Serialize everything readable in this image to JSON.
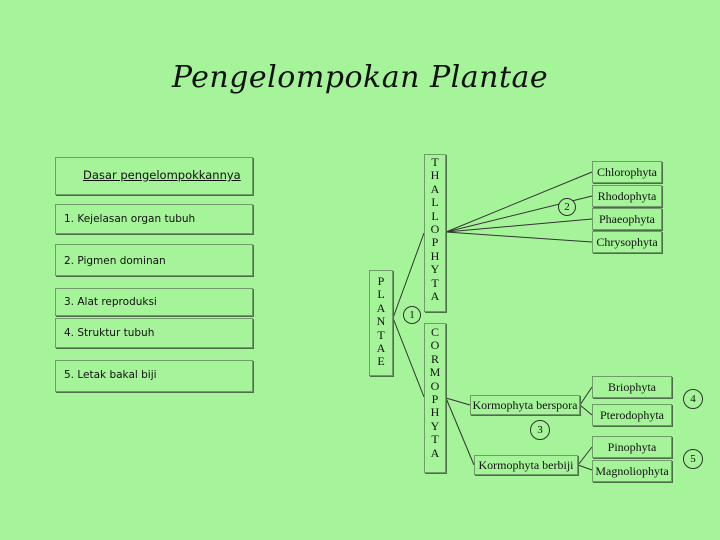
{
  "title": "Pengelompokan Plantae",
  "criteria": {
    "heading": "Dasar pengelompokkannya",
    "items": [
      "1. Kejelasan organ tubuh",
      "2. Pigmen dominan",
      "3. Alat reproduksi",
      "4. Struktur tubuh",
      "5. Letak bakal biji"
    ]
  },
  "plantae": "PLANTAE",
  "thallophyta": "THALLOPHYTA",
  "cormophyta": "CORMOPHYTA",
  "thallophyta_divisions": [
    "Chlorophyta",
    "Rhodophyta",
    "Phaeophyta",
    "Chrysophyta"
  ],
  "kormophyta_groups": {
    "berspora": "Kormophyta berspora",
    "berbiji": "Kormophyta berbiji"
  },
  "berspora_divisions": [
    "Briophyta",
    "Pterodophyta"
  ],
  "berbiji_divisions": [
    "Pinophyta",
    "Magnoliophyta"
  ],
  "markers": [
    "1",
    "2",
    "3",
    "4",
    "5"
  ]
}
